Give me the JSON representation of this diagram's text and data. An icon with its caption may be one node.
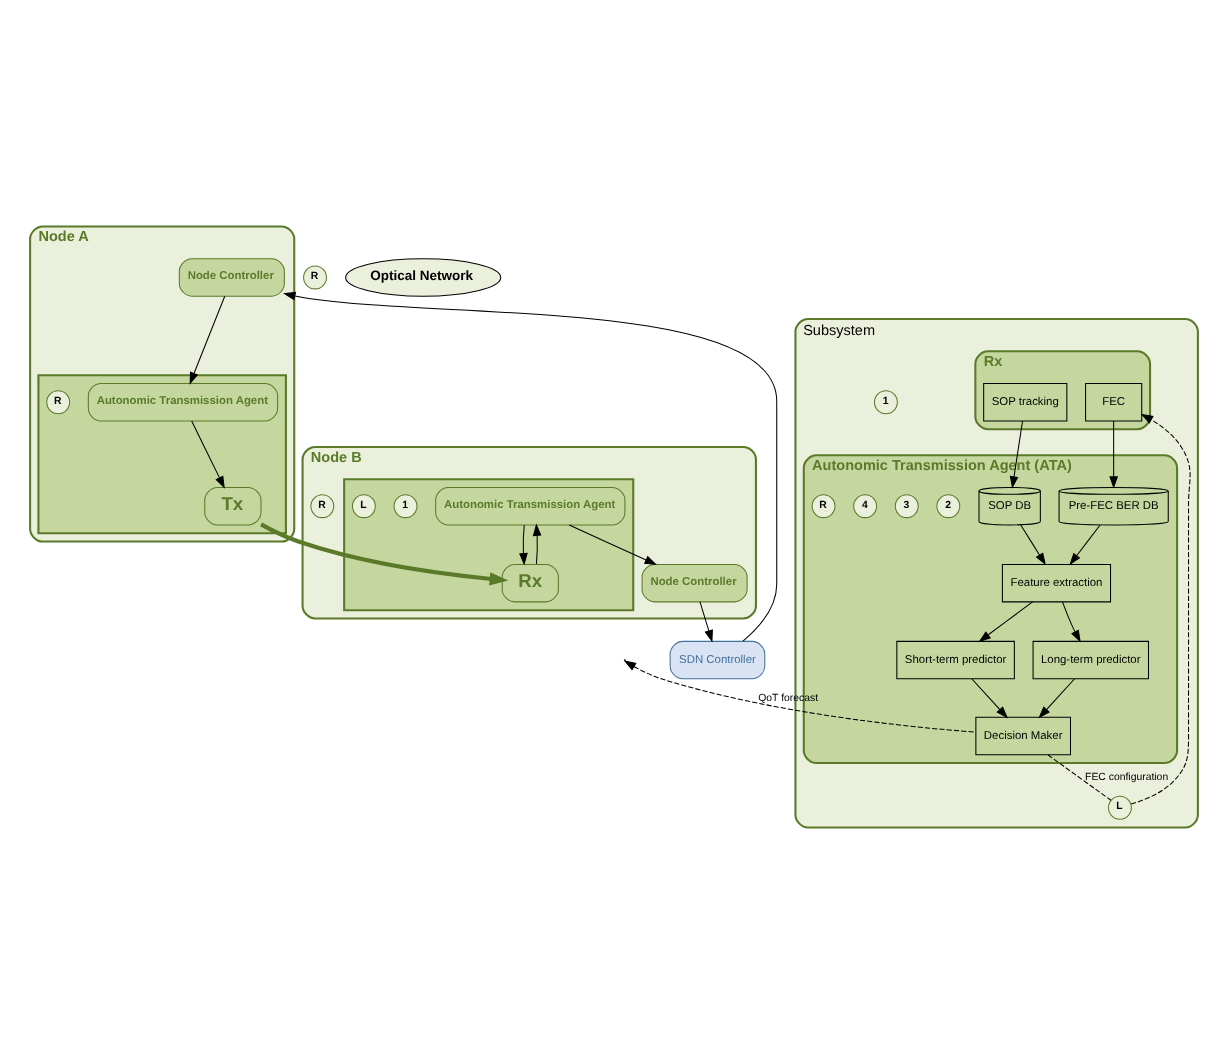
{
  "diagram": {
    "nodes": [
      {
        "text": [
          "Node A"
        ]
      },
      {
        "text": [
          "Node Controller"
        ],
        "in": 0
      },
      {
        "text": [],
        "shape": "box",
        "in": 0
      },
      {
        "text": [
          "Autonomic Transmission Agent"
        ],
        "in": 2
      },
      {
        "text": [
          "Tx"
        ],
        "in": 2
      },
      {
        "text": [
          "R"
        ],
        "in": 2
      },
      {
        "text": [
          "SDN Controller"
        ]
      },
      {
        "text": [
          "R"
        ]
      },
      {
        "text": [
          "Node B"
        ]
      },
      {
        "text": [
          "Node Controller"
        ],
        "in": 8
      },
      {
        "text": [
          "R"
        ],
        "in": 8
      },
      {
        "text": [],
        "shape": "box",
        "in": 8
      },
      {
        "text": [
          "Autonomic Transmission Agent"
        ],
        "in": 11
      },
      {
        "text": [
          "1"
        ],
        "in": 11
      },
      {
        "text": [
          "L"
        ],
        "in": 11
      },
      {
        "text": [
          "Rx"
        ],
        "in": 11
      },
      {
        "text": [
          "Optical Network"
        ]
      },
      {
        "text": [
          "Subsystem"
        ]
      },
      {
        "text": [
          "Rx"
        ],
        "in": 17
      },
      {
        "text": [
          "SOP tracking"
        ],
        "in": 18
      },
      {
        "text": [
          "FEC"
        ],
        "in": 18
      },
      {
        "text": [
          "1"
        ],
        "in": 17
      },
      {
        "text": [
          "L"
        ],
        "in": 17
      },
      {
        "text": [
          "Autonomic Transmission Agent (ATA)"
        ],
        "in": 17
      },
      {
        "text": [
          "SOP DB"
        ],
        "in": 23
      },
      {
        "text": [
          "Pre-FEC BER DB"
        ],
        "in": 23
      },
      {
        "text": [
          "2"
        ],
        "in": 23
      },
      {
        "text": [
          "Feature extraction"
        ],
        "in": 23
      },
      {
        "text": [
          "3"
        ],
        "in": 23
      },
      {
        "text": [
          "Short-term predictor"
        ],
        "in": 23
      },
      {
        "text": [
          "Long-term predictor"
        ],
        "in": 23
      },
      {
        "text": [
          "Decision Maker"
        ],
        "in": 23
      },
      {
        "text": [
          "4"
        ],
        "in": 23
      },
      {
        "text": [
          "R"
        ],
        "in": 23
      }
    ],
    "edges": [
      {
        "from": 6,
        "to": 1,
        "arrow": "to"
      },
      {
        "from": 1,
        "to": 3,
        "arrow": "to"
      },
      {
        "from": 3,
        "to": 4,
        "arrow": "to"
      },
      {
        "from": 4,
        "to": 15,
        "arrow": "to",
        "style": "thick",
        "color": "#5a7a2a"
      },
      {
        "from": 9,
        "to": 6,
        "arrow": "to"
      },
      {
        "from": 12,
        "to": 9,
        "arrow": "to"
      },
      {
        "from": 15,
        "to": 12,
        "arrow": "to"
      },
      {
        "from": 12,
        "to": 15,
        "arrow": "to"
      },
      {
        "from": 19,
        "to": 24,
        "arrow": "to"
      },
      {
        "from": 20,
        "to": 25,
        "arrow": "to"
      },
      {
        "from": 24,
        "to": 27,
        "arrow": "to"
      },
      {
        "from": 25,
        "to": 27,
        "arrow": "to"
      },
      {
        "from": 27,
        "to": 29,
        "arrow": "to"
      },
      {
        "from": 27,
        "to": 30,
        "arrow": "to"
      },
      {
        "from": 29,
        "to": 31,
        "arrow": "to"
      },
      {
        "from": 30,
        "to": 31,
        "arrow": "to"
      },
      {
        "from": 31,
        "to": null,
        "arrow": "to",
        "style": "dashed",
        "label": "QoT forecast"
      },
      {
        "from": 31,
        "to": 22,
        "arrow": "none",
        "style": "dashed",
        "label": "FEC configuration"
      },
      {
        "from": 22,
        "to": 20,
        "arrow": "to",
        "style": "dashed"
      }
    ]
  }
}
